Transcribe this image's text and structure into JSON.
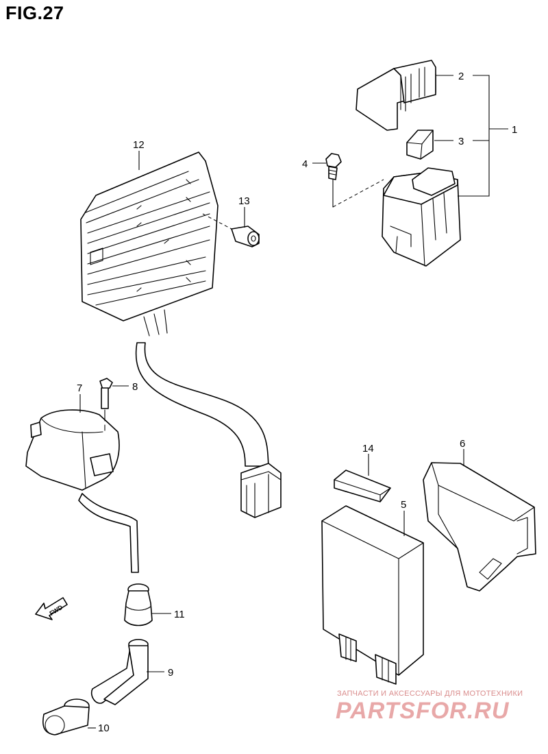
{
  "figure": {
    "title": "FIG.27"
  },
  "callouts": [
    "1",
    "2",
    "3",
    "4",
    "5",
    "6",
    "7",
    "8",
    "9",
    "10",
    "11",
    "12",
    "13",
    "14"
  ],
  "fwd_label": "FWD",
  "watermark": {
    "subtitle": "ЗАПЧАСТИ И АКСЕССУАРЫ ДЛЯ МОТОТЕХНИКИ",
    "brand": "PARTSFOR.RU"
  }
}
